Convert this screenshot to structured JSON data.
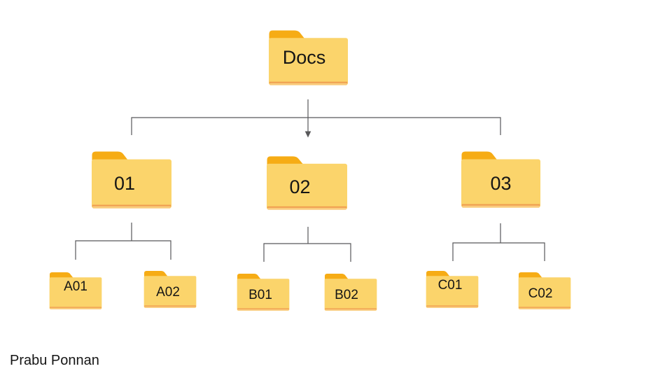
{
  "tree": {
    "root": {
      "label": "Docs",
      "children": [
        {
          "label": "01",
          "children": [
            {
              "label": "A01"
            },
            {
              "label": "A02"
            }
          ]
        },
        {
          "label": "02",
          "children": [
            {
              "label": "B01"
            },
            {
              "label": "B02"
            }
          ]
        },
        {
          "label": "03",
          "children": [
            {
              "label": "C01"
            },
            {
              "label": "C02"
            }
          ]
        }
      ]
    }
  },
  "attribution": {
    "author": "Prabu Ponnan"
  },
  "icons": {
    "folder": "folder-icon",
    "arrowhead": "arrowhead-down-icon"
  },
  "colors": {
    "background": "#FFFFFF",
    "folder_body": "#FBD46B",
    "folder_tab": "#F6AC15",
    "folder_bottom_strip": "#EF9D4F",
    "folder_bottom_light": "#FACB7C",
    "connector": "#58585A",
    "text": "#151515"
  }
}
